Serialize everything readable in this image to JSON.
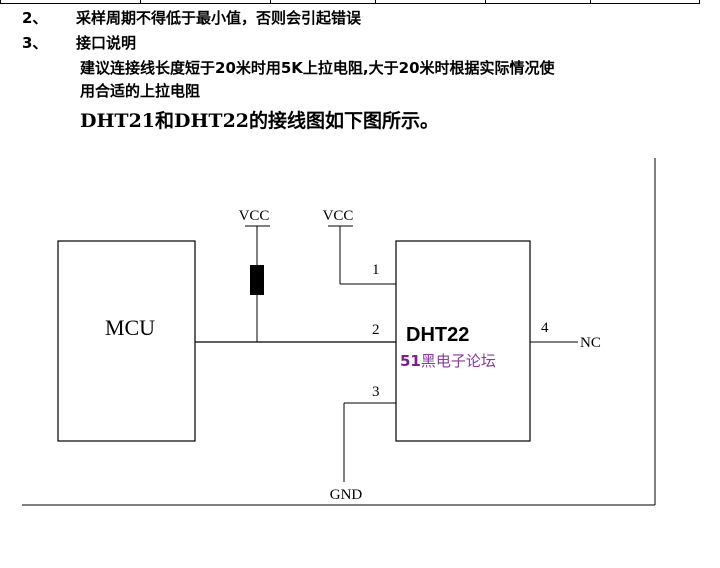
{
  "doc": {
    "item2": {
      "number": "2、",
      "text": "采样周期不得低于最小值，否则会引起错误"
    },
    "item3": {
      "number": "3、",
      "title": "接口说明",
      "body_line1": "建议连接线长度短于20米时用5K上拉电阻,大于20米时根据实际情况使",
      "body_line2": "用合适的上拉电阻"
    },
    "caption": "DHT21和DHT22的接线图如下图所示。"
  },
  "diagram": {
    "mcu_label": "MCU",
    "vcc_left": "VCC",
    "vcc_right": "VCC",
    "gnd": "GND",
    "chip_name": "DHT22",
    "pin1": "1",
    "pin2": "2",
    "pin3": "3",
    "pin4": "4",
    "nc": "NC",
    "watermark_prefix": "51",
    "watermark_text": "黑电子论坛",
    "watermark_prefix_color": "#7a1f8f",
    "watermark_text_color": "#8a3aa0"
  }
}
